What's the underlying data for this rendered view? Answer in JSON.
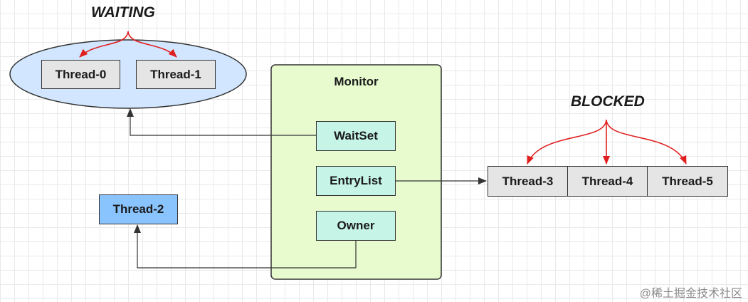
{
  "waiting": {
    "label": "WAITING",
    "threads": [
      "Thread-0",
      "Thread-1"
    ]
  },
  "blocked": {
    "label": "BLOCKED",
    "threads": [
      "Thread-3",
      "Thread-4",
      "Thread-5"
    ]
  },
  "monitor": {
    "title": "Monitor",
    "waitset": "WaitSet",
    "entrylist": "EntryList",
    "owner": "Owner"
  },
  "owner_thread": "Thread-2",
  "watermark": "@稀土掘金技术社区",
  "colors": {
    "ellipse_fill": "#d2e6ff",
    "monitor_fill": "#e7fbcf",
    "cyan_box": "#c6f5e8",
    "blue_box": "#8ac4ff",
    "gray_box": "#e5e5e5",
    "red_arrow": "#e02020"
  }
}
